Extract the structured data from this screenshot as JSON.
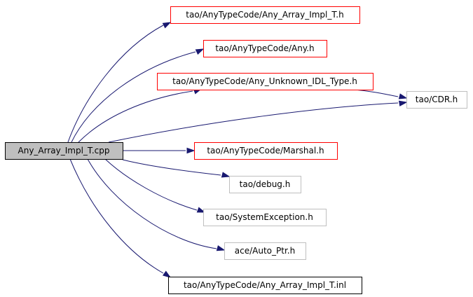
{
  "colors": {
    "edge": "#191970",
    "root_fill": "#bfbfbf",
    "border_red": "#ff0000",
    "border_gray": "#bfbfbf",
    "border_black": "#000000",
    "node_fill": "#ffffff",
    "text": "#000000"
  },
  "nodes": [
    {
      "id": "root",
      "label": "Any_Array_Impl_T.cpp",
      "style": "root"
    },
    {
      "id": "n1",
      "label": "tao/AnyTypeCode/Any_Array_Impl_T.h",
      "style": "red"
    },
    {
      "id": "n2",
      "label": "tao/AnyTypeCode/Any.h",
      "style": "red"
    },
    {
      "id": "n3",
      "label": "tao/AnyTypeCode/Any_Unknown_IDL_Type.h",
      "style": "red"
    },
    {
      "id": "n4",
      "label": "tao/CDR.h",
      "style": "gray"
    },
    {
      "id": "n5",
      "label": "tao/AnyTypeCode/Marshal.h",
      "style": "red"
    },
    {
      "id": "n6",
      "label": "tao/debug.h",
      "style": "gray"
    },
    {
      "id": "n7",
      "label": "tao/SystemException.h",
      "style": "gray"
    },
    {
      "id": "n8",
      "label": "ace/Auto_Ptr.h",
      "style": "gray"
    },
    {
      "id": "n9",
      "label": "tao/AnyTypeCode/Any_Array_Impl_T.inl",
      "style": "black"
    }
  ],
  "edges": [
    {
      "from": "root",
      "to": "n1"
    },
    {
      "from": "root",
      "to": "n2"
    },
    {
      "from": "root",
      "to": "n3"
    },
    {
      "from": "root",
      "to": "n4"
    },
    {
      "from": "n3",
      "to": "n4"
    },
    {
      "from": "root",
      "to": "n5"
    },
    {
      "from": "root",
      "to": "n6"
    },
    {
      "from": "root",
      "to": "n7"
    },
    {
      "from": "root",
      "to": "n8"
    },
    {
      "from": "root",
      "to": "n9"
    }
  ]
}
